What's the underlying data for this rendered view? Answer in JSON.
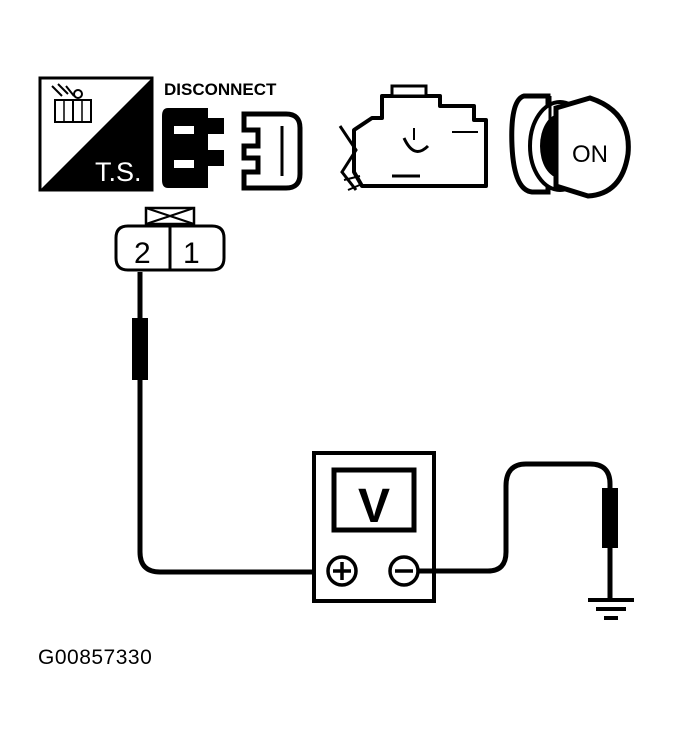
{
  "icons": {
    "ts_label": "T.S.",
    "disconnect_label": "DISCONNECT",
    "ignition_label": "ON"
  },
  "connector": {
    "pin_left": "2",
    "pin_right": "1"
  },
  "voltmeter": {
    "label": "V"
  },
  "figure_id": "G00857330"
}
